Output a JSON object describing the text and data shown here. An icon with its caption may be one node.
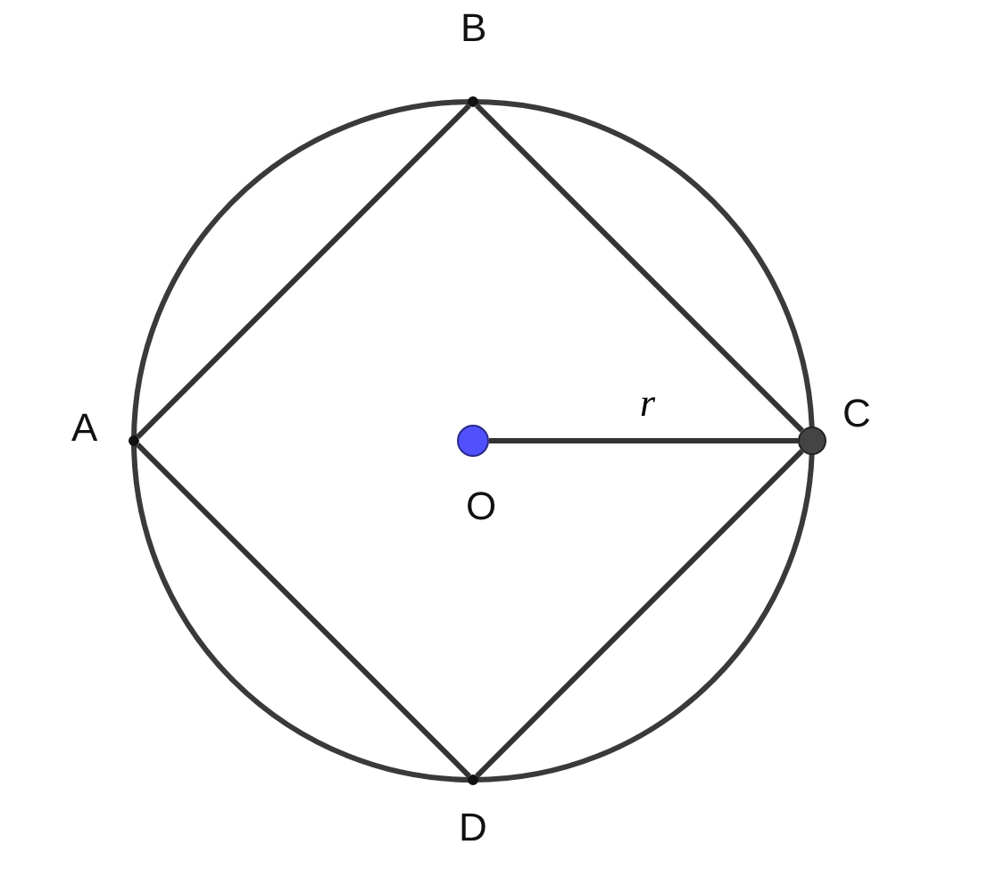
{
  "diagram": {
    "nodes": [
      {
        "text": [
          "B"
        ]
      },
      {
        "text": [
          "A"
        ]
      },
      {
        "text": [
          "C"
        ]
      },
      {
        "text": [
          "O"
        ]
      },
      {
        "text": [
          "D"
        ]
      }
    ],
    "edges": [
      {
        "from": 1,
        "to": 0,
        "arrow": "none"
      },
      {
        "from": 0,
        "to": 2,
        "arrow": "none"
      },
      {
        "from": 2,
        "to": 4,
        "arrow": "none"
      },
      {
        "from": 4,
        "to": 1,
        "arrow": "none"
      },
      {
        "from": 3,
        "to": 2,
        "arrow": "none",
        "label": "r"
      }
    ]
  }
}
